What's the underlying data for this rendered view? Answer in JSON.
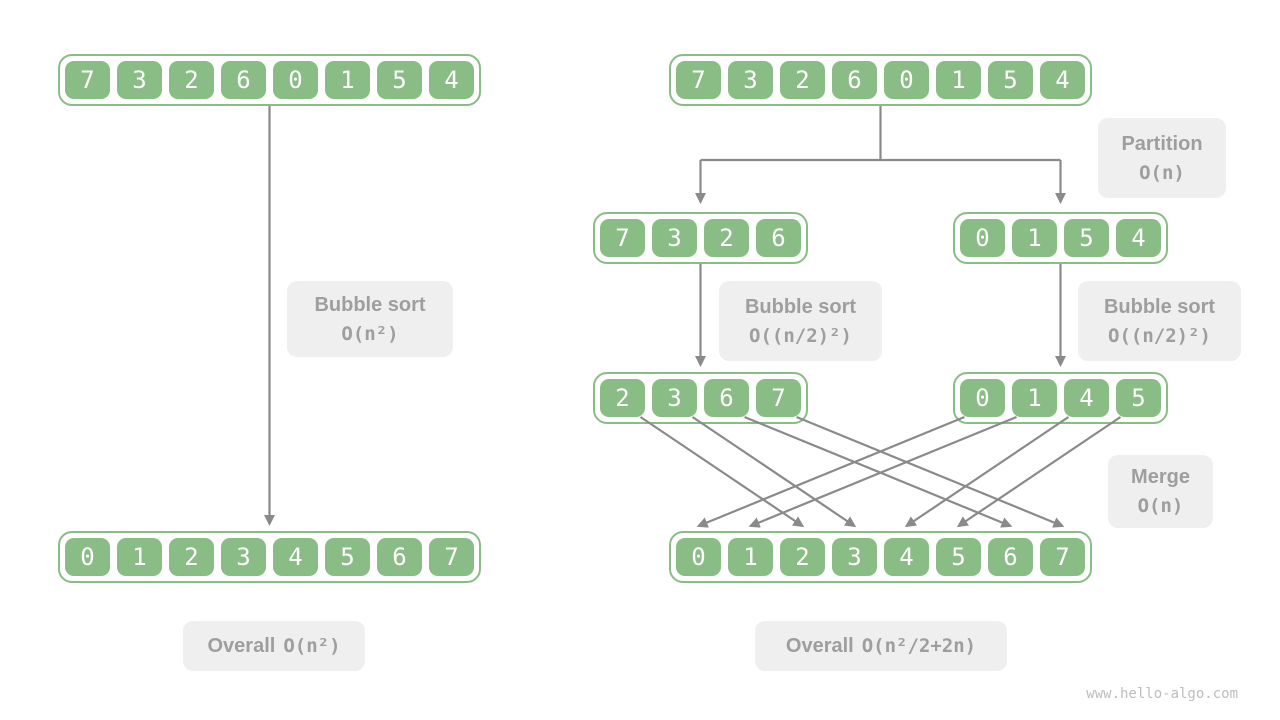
{
  "colors": {
    "cell_green": "#8abc85",
    "label_bg": "#efefef",
    "label_text": "#9e9e9e",
    "arrow": "#8a8a8a",
    "cell_text": "#ffffff",
    "watermark_text": "#bdbdbd",
    "page_bg": "#ffffff"
  },
  "left": {
    "top_array": [
      "7",
      "3",
      "2",
      "6",
      "0",
      "1",
      "5",
      "4"
    ],
    "bottom_array": [
      "0",
      "1",
      "2",
      "3",
      "4",
      "5",
      "6",
      "7"
    ],
    "step_label": {
      "title": "Bubble sort",
      "complexity": "O(n²)"
    },
    "overall_label": {
      "prefix": "Overall",
      "formula": "O(n²)"
    }
  },
  "right": {
    "top_array": [
      "7",
      "3",
      "2",
      "6",
      "0",
      "1",
      "5",
      "4"
    ],
    "partition_label": {
      "title": "Partition",
      "complexity": "O(n)"
    },
    "left_subarray": [
      "7",
      "3",
      "2",
      "6"
    ],
    "right_subarray": [
      "0",
      "1",
      "5",
      "4"
    ],
    "left_sort_label": {
      "title": "Bubble sort",
      "complexity": "O((n/2)²)"
    },
    "right_sort_label": {
      "title": "Bubble sort",
      "complexity": "O((n/2)²)"
    },
    "left_sorted": [
      "2",
      "3",
      "6",
      "7"
    ],
    "right_sorted": [
      "0",
      "1",
      "4",
      "5"
    ],
    "merge_label": {
      "title": "Merge",
      "complexity": "O(n)"
    },
    "bottom_array": [
      "0",
      "1",
      "2",
      "3",
      "4",
      "5",
      "6",
      "7"
    ],
    "overall_label": {
      "prefix": "Overall",
      "formula": "O(n²/2+2n)"
    }
  },
  "watermark": "www.hello-algo.com"
}
